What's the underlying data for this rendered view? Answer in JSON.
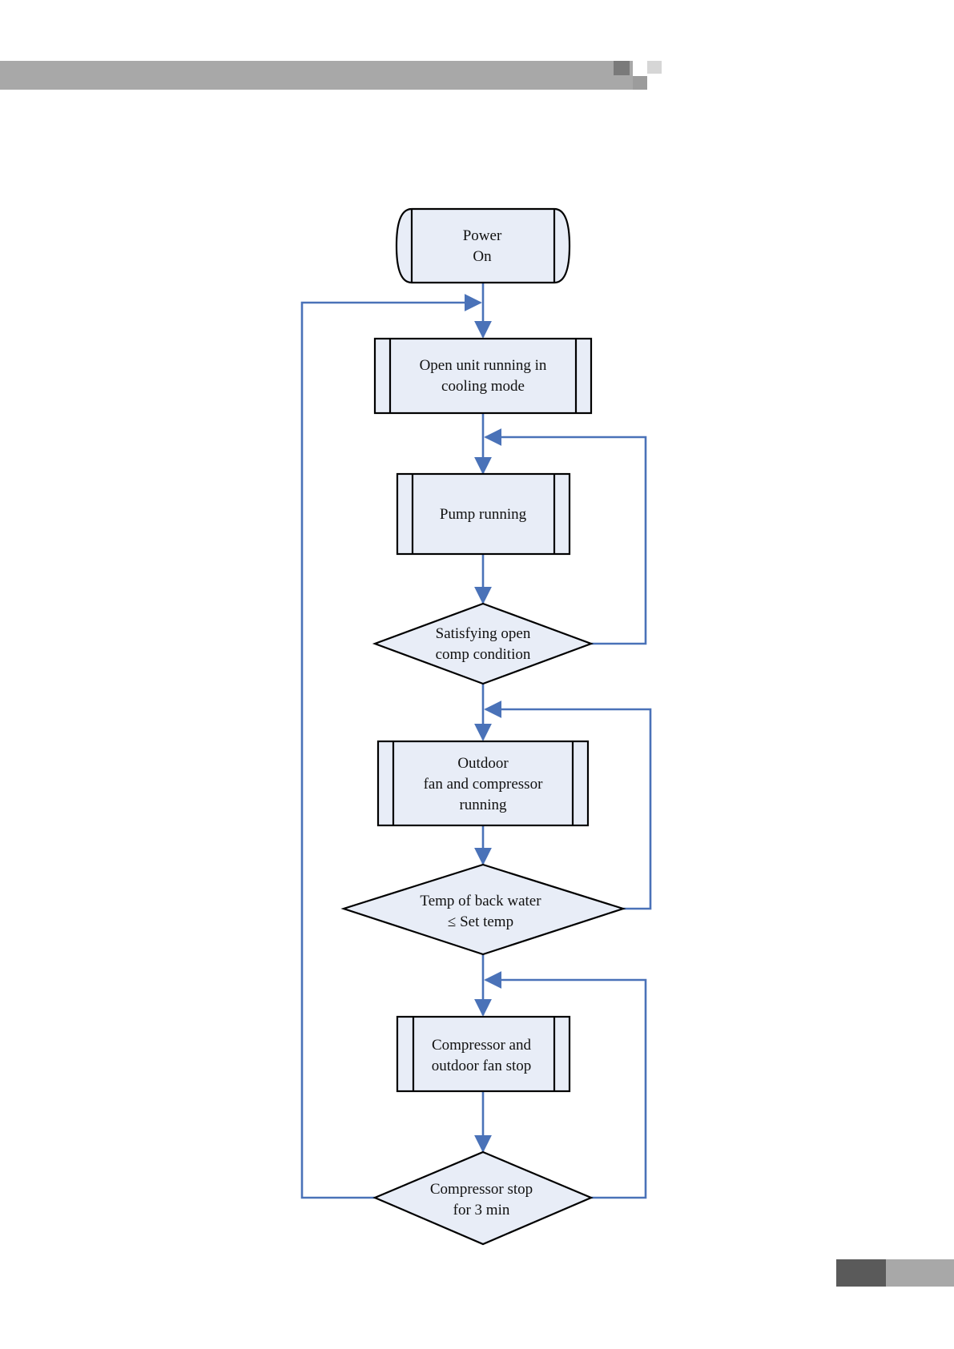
{
  "colors": {
    "header_bar": "#a8a8a8",
    "header_squares": [
      "#7a7a7a",
      "#d6d6d6",
      "#9c9c9c"
    ],
    "footer_dark": "#5a5a5a",
    "footer_light": "#a8a8a8",
    "box_fill": "#e8edf7",
    "connector": "#4a72b8"
  },
  "flowchart": {
    "start": {
      "lines": [
        "Power",
        "On"
      ]
    },
    "open_unit": {
      "lines": [
        "Open  unit running in",
        "cooling mode"
      ]
    },
    "pump": {
      "lines": [
        "Pump running"
      ]
    },
    "comp_condition": {
      "lines": [
        "Satisfying open",
        "comp condition"
      ]
    },
    "fan_compressor": {
      "lines": [
        "Outdoor",
        "fan and compressor",
        "running"
      ]
    },
    "back_water": {
      "lines": [
        "Temp of back water",
        "≤ Set temp"
      ]
    },
    "compressor_stop": {
      "lines": [
        "Compressor and",
        "outdoor fan stop"
      ]
    },
    "stop_3min": {
      "lines": [
        "Compressor stop",
        "for 3 min"
      ]
    }
  }
}
